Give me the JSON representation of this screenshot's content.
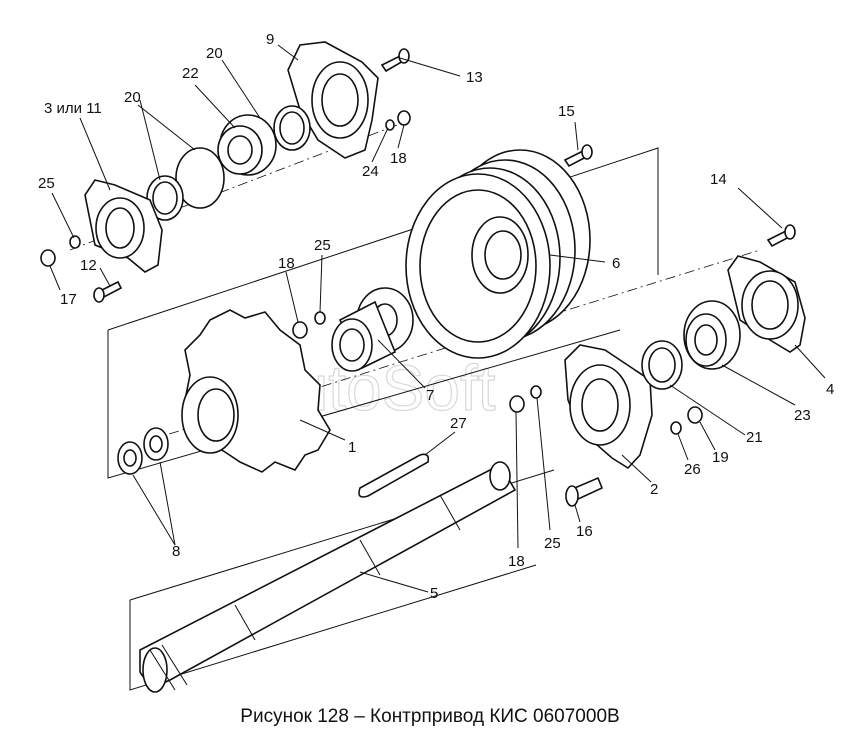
{
  "watermark": "AutoSoft",
  "caption": "Рисунок 128 – Контрпривод КИС 0607000В",
  "callouts": {
    "c1": "1",
    "c2": "2",
    "c3": "3 или 11",
    "c4": "4",
    "c5": "5",
    "c6": "6",
    "c7": "7",
    "c8": "8",
    "c9": "9",
    "c12": "12",
    "c13": "13",
    "c14": "14",
    "c15": "15",
    "c16": "16",
    "c17": "17",
    "c18a": "18",
    "c18b": "18",
    "c18c": "18",
    "c19": "19",
    "c20a": "20",
    "c20b": "20",
    "c21": "21",
    "c22": "22",
    "c23": "23",
    "c24": "24",
    "c25a": "25",
    "c25b": "25",
    "c25c": "25",
    "c26": "26",
    "c27": "27"
  }
}
